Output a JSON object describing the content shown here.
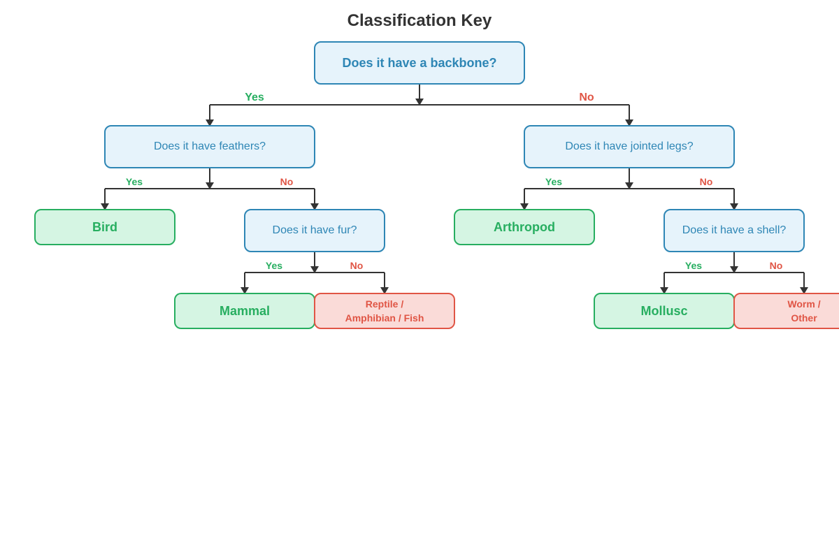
{
  "title": "Classification Key",
  "colors": {
    "question_fill": "#e6f3fb",
    "question_border": "#2e86b5",
    "result_fill": "#d5f5e3",
    "result_border": "#27ae60",
    "other_fill": "#fadbd8",
    "other_border": "#e05545",
    "connector": "#333333"
  },
  "nodes": {
    "q_backbone": "Does it have a backbone?",
    "q_feathers": "Does it have feathers?",
    "q_jointed_legs": "Does it have jointed legs?",
    "q_fur": "Does it have fur?",
    "q_shell": "Does it have a shell?",
    "r_bird": "Bird",
    "r_arthropod": "Arthropod",
    "r_mammal": "Mammal",
    "r_reptile_line1": "Reptile /",
    "r_reptile_line2": "Amphibian / Fish",
    "r_mollusc": "Mollusc",
    "r_worm_line1": "Worm /",
    "r_worm_line2": "Other"
  },
  "edge_labels": {
    "yes": "Yes",
    "no": "No"
  }
}
